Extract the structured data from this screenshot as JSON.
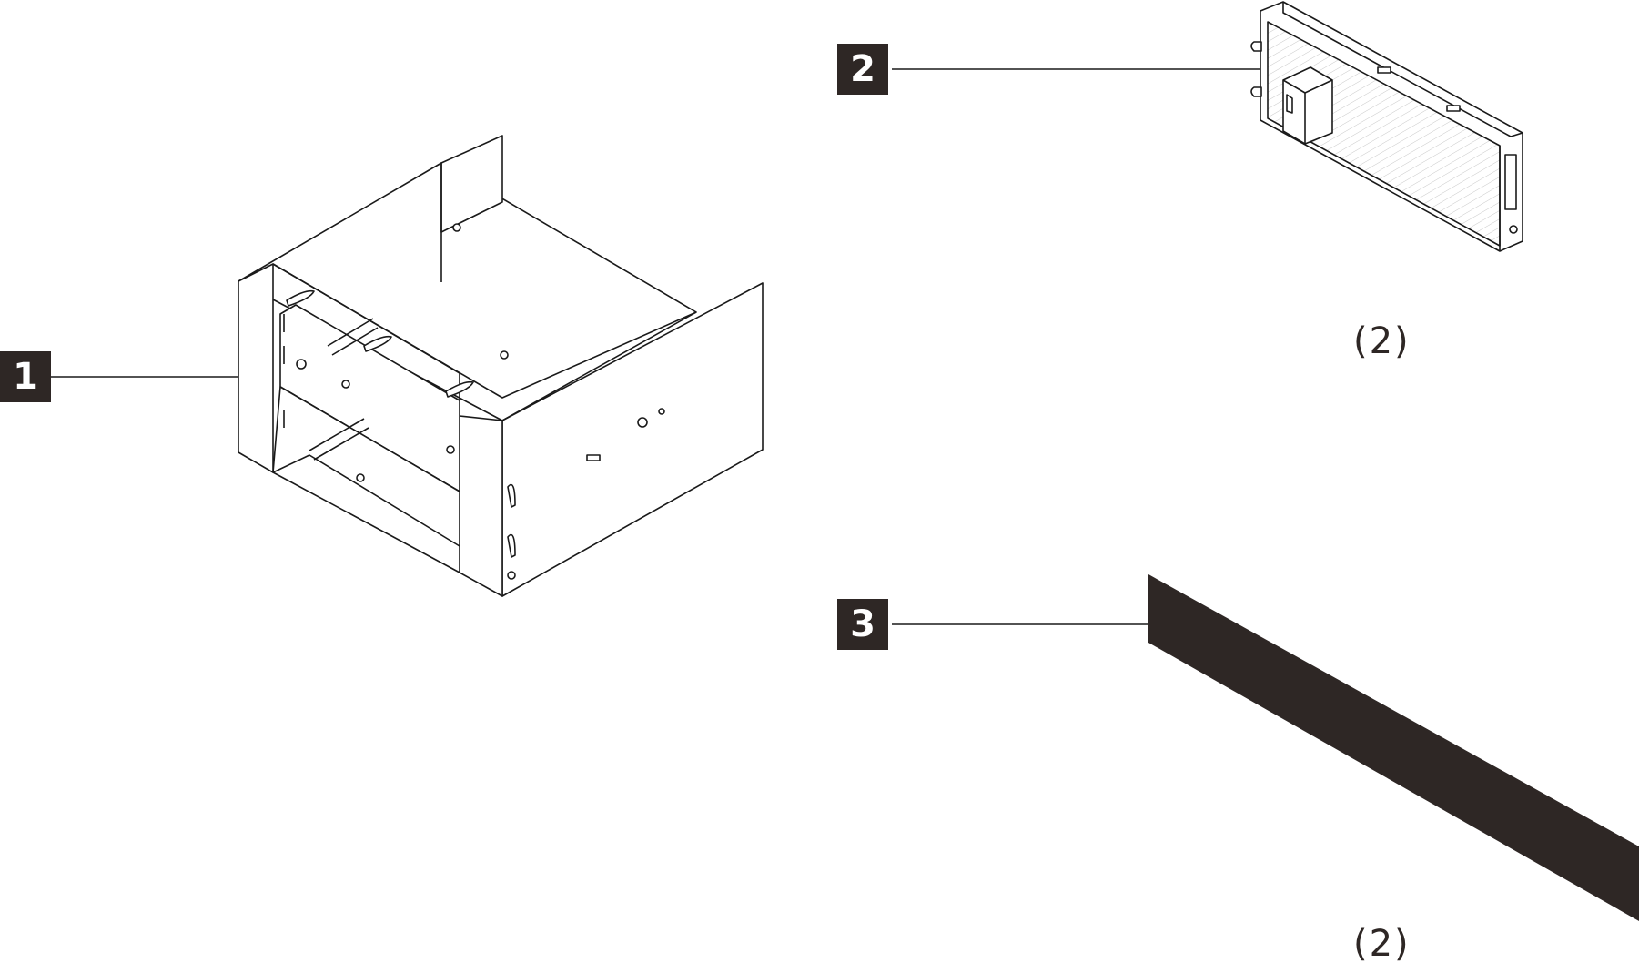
{
  "callouts": [
    {
      "label": "1"
    },
    {
      "label": "2",
      "quantity": "(2)"
    },
    {
      "label": "3",
      "quantity": "(2)"
    }
  ],
  "colors": {
    "callout_bg": "#2e2725",
    "callout_text": "#ffffff",
    "line": "#1a1a1a",
    "cable": "#2e2725"
  },
  "parts": {
    "part1": "drive-cage-icon",
    "part2": "backplane-board-icon",
    "part3": "cable-icon"
  }
}
